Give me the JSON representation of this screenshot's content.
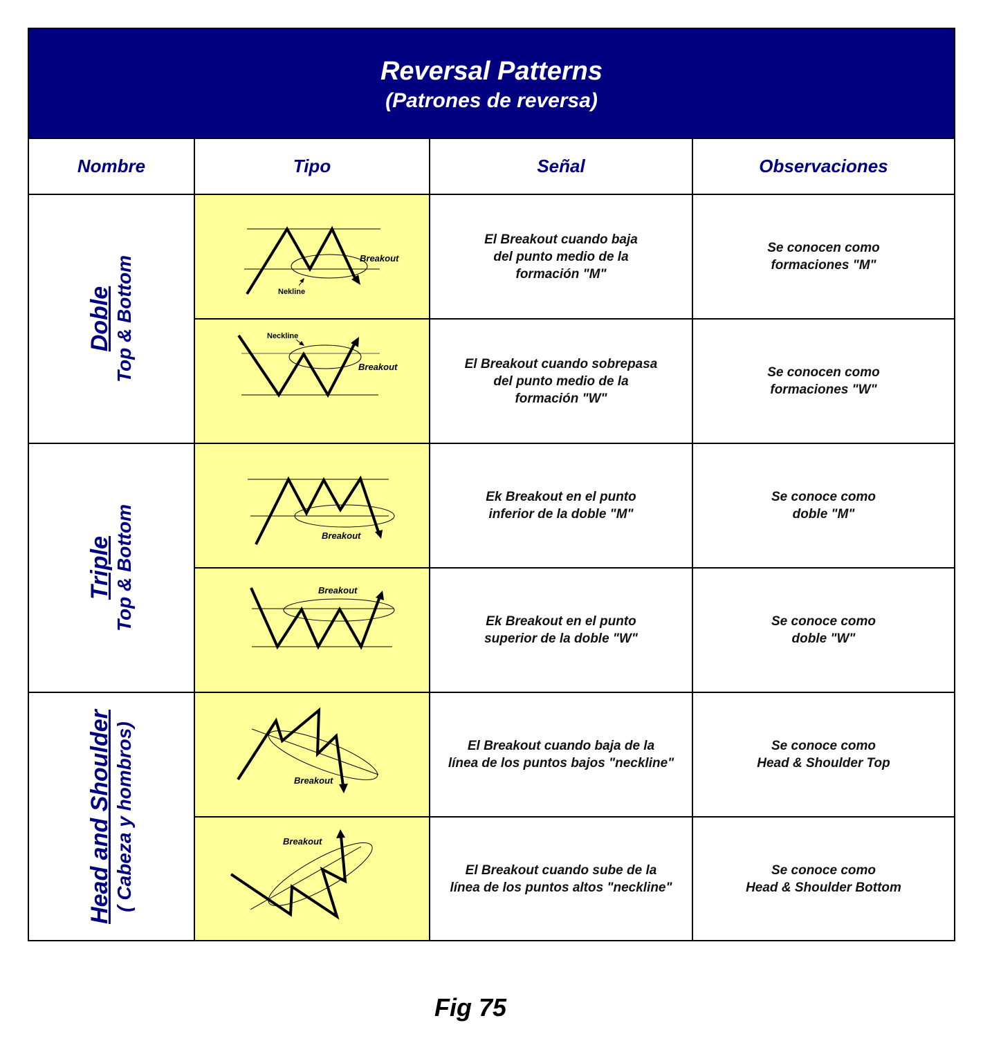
{
  "title": {
    "main": "Reversal Patterns",
    "sub": "(Patrones de reversa)"
  },
  "headers": [
    "Nombre",
    "Tipo",
    "Señal",
    "Observaciones"
  ],
  "groups": [
    {
      "name": "Doble",
      "sub": "Top  &  Bottom"
    },
    {
      "name": "Triple",
      "sub": "Top  &  Bottom"
    },
    {
      "name": "Head and Shoulder",
      "sub": "( Cabeza y hombros)"
    }
  ],
  "rows": [
    {
      "signal": "El Breakout cuando  baja\ndel punto medio  de la\nformación  \"M\"",
      "obs": "Se conocen como\nformaciones \"M\"",
      "labels": {
        "breakout": "Breakout",
        "neckline": "Nekline"
      }
    },
    {
      "signal": "El Breakout cuando  sobrepasa\ndel punto medio  de la\nformación  \"W\"",
      "obs": "Se conocen como\nformaciones \"W\"",
      "labels": {
        "breakout": "Breakout",
        "neckline": "Neckline"
      }
    },
    {
      "signal": "Ek Breakout en el punto\ninferior de la doble \"M\"",
      "obs": "Se conoce como\ndoble \"M\"",
      "labels": {
        "breakout": "Breakout"
      }
    },
    {
      "signal": "Ek Breakout en el punto\nsuperior de la doble \"W\"",
      "obs": "Se conoce como\ndoble \"W\"",
      "labels": {
        "breakout": "Breakout"
      }
    },
    {
      "signal": "El Breakout cuando baja de la\nlínea de los puntos bajos \"neckline\"",
      "obs": "Se conoce como\nHead & Shoulder Top",
      "labels": {
        "breakout": "Breakout"
      }
    },
    {
      "signal": "El Breakout cuando sube de la\nlínea de los puntos altos \"neckline\"",
      "obs": "Se conoce como\nHead & Shoulder Bottom",
      "labels": {
        "breakout": "Breakout"
      }
    }
  ],
  "caption": "Fig 75",
  "colors": {
    "header_bg": "#000080",
    "pattern_bg": "#ffff99",
    "header_text": "#000080"
  }
}
